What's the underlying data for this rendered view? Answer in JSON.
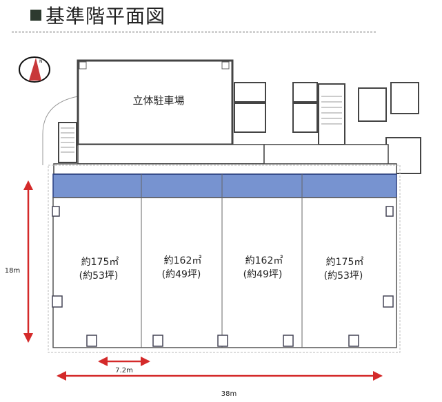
{
  "header": {
    "title": "基準階平面図"
  },
  "compass": {
    "label": "N"
  },
  "plan": {
    "parking_label": "立体駐車場",
    "units": [
      {
        "area": "約175㎡",
        "tsubo": "(約53坪)"
      },
      {
        "area": "約162㎡",
        "tsubo": "(約49坪)"
      },
      {
        "area": "約162㎡",
        "tsubo": "(約49坪)"
      },
      {
        "area": "約175㎡",
        "tsubo": "(約53坪)"
      }
    ]
  },
  "dimensions": {
    "depth": "18m",
    "bay": "7.2m",
    "width": "38m"
  },
  "colors": {
    "band": "#4a6fc0",
    "arrow": "#d42a2a",
    "wall": "#444444"
  }
}
